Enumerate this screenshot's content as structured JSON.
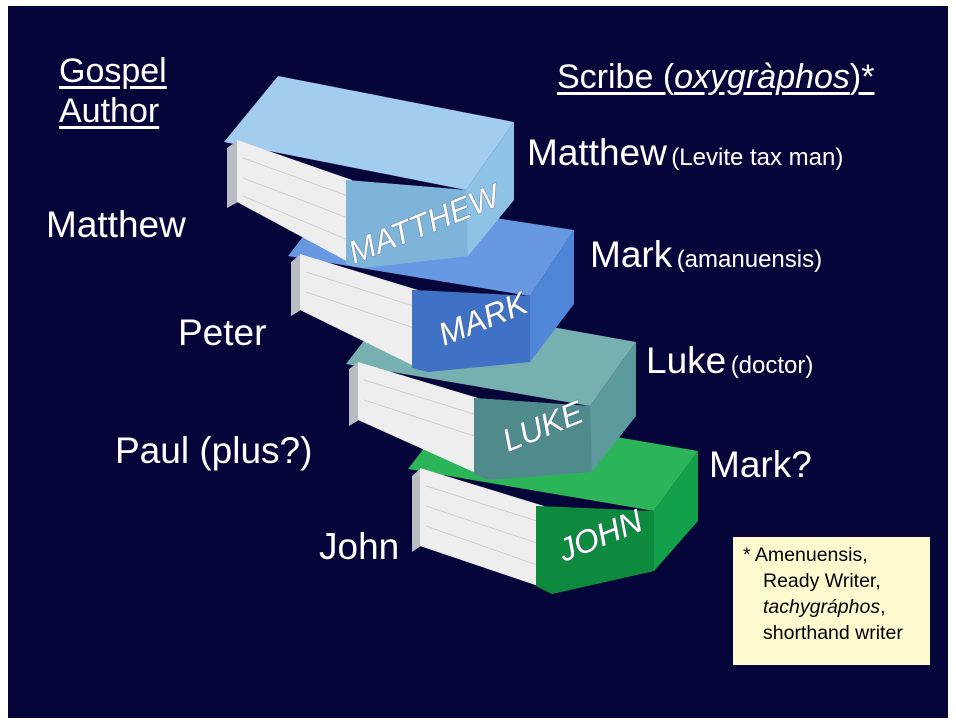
{
  "headers": {
    "gospel_author_line1": "Gospel",
    "gospel_author_line2": "Author",
    "scribe_prefix": "Scribe (",
    "scribe_italic": "oxygràphos",
    "scribe_suffix": ")*"
  },
  "books": [
    {
      "spine": "MATTHEW",
      "author": "Matthew",
      "scribe": "Matthew",
      "scribe_note": "(Levite tax man)",
      "color": "#8ec3e6"
    },
    {
      "spine": "MARK",
      "author": "Peter",
      "scribe": "Mark",
      "scribe_note": "(amanuensis)",
      "color": "#4f86d8"
    },
    {
      "spine": "LUKE",
      "author": "Paul (plus?)",
      "scribe": "Luke",
      "scribe_note": "(doctor)",
      "color": "#5c9a9c"
    },
    {
      "spine": "JOHN",
      "author": "John",
      "scribe": "Mark?",
      "scribe_note": "",
      "color": "#12a04a"
    }
  ],
  "footnote": {
    "line1": "* Amenuensis,",
    "line2": "Ready Writer,",
    "line3": "tachygráphos",
    "line3_suffix": ",",
    "line4": "shorthand writer"
  },
  "colors": {
    "background": "#06053a",
    "footnote_bg": "#fdfbcf"
  }
}
